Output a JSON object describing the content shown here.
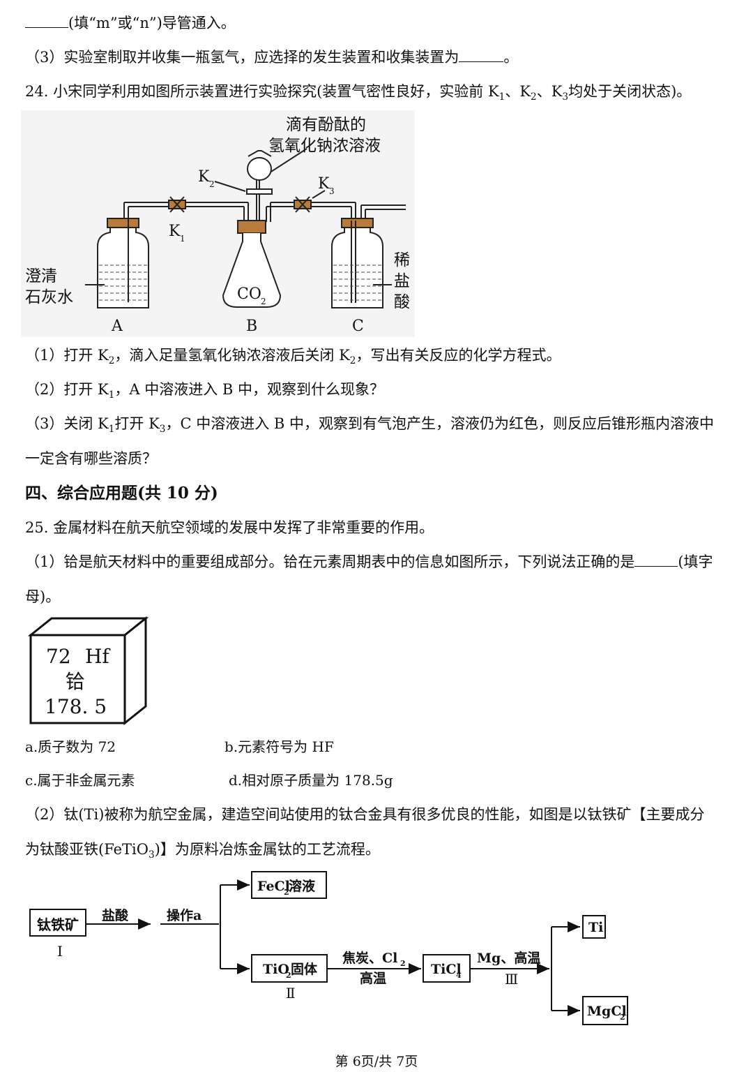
{
  "lines": {
    "l1_text": "(填“m”或“n”)导管通入。",
    "l2_text": "（3）实验室制取并收集一瓶氢气，应选择的发生装置和收集装置为",
    "l2_end": "。",
    "q24_text": "24. 小宋同学利用如图所示装置进行实验探究(装置气密性良好，实验前 K",
    "q24_s1": "1",
    "q24_mid1": "、K",
    "q24_s2": "2",
    "q24_mid2": "、K",
    "q24_s3": "3",
    "q24_end": "均处于关闭状态)。",
    "q24_1a": "（1）打开 K",
    "q24_1s": "2",
    "q24_1b": "，滴入足量氢氧化钠浓溶液后关闭 K",
    "q24_1s2": "2",
    "q24_1c": "，写出有关反应的化学方程式。",
    "q24_2a": "（2）打开 K",
    "q24_2s": "1",
    "q24_2b": "，A 中溶液进入 B 中，观察到什么现象？",
    "q24_3a": "（3）关闭 K",
    "q24_3s": "1",
    "q24_3b": "打开 K",
    "q24_3s2": "3",
    "q24_3c": "，C 中溶液进入 B 中，观察到有气泡产生，溶液仍为红色，则反应后锥形瓶内溶液中",
    "q24_3d": "一定含有哪些溶质？",
    "sec4": "四、综合应用题(共 10 分)",
    "q25": "25. 金属材料在航天航空领域的发展中发挥了非常重要的作用。",
    "q25_1a": "（1）铪是航天材料中的重要组成部分。铪在元素周期表中的信息如图所示，下列说法正确的是",
    "q25_1b": "(填字",
    "q25_1c": "母)。",
    "q25_2a": "（2）钛(Ti)被称为航空金属，建造空间站使用的钛合金具有很多优良的性能，如图是以钛铁矿【主要成分",
    "q25_2b": "为钛酸亚铁(FeTiO",
    "q25_2s": "3",
    "q25_2c": ")】为原料冶炼金属钛的工艺流程。"
  },
  "options": {
    "a": "a.质子数为 72",
    "b": "b.元素符号为 HF",
    "c": "c.属于非金属元素",
    "d": "d.相对原子质量为 178.5g"
  },
  "apparatus": {
    "top_label_1": "滴有酚酞的",
    "top_label_2": "氢氧化钠浓溶液",
    "k1": "K",
    "k1_sub": "1",
    "k2": "K",
    "k2_sub": "2",
    "k3": "K",
    "k3_sub": "3",
    "left_label_1": "澄清",
    "left_label_2": "石灰水",
    "right_label_1": "稀",
    "right_label_2": "盐",
    "right_label_3": "酸",
    "co2": "CO",
    "co2_sub": "2",
    "label_a": "A",
    "label_b": "B",
    "label_c": "C"
  },
  "element": {
    "number": "72",
    "symbol": "Hf",
    "name": "铪",
    "mass": "178. 5"
  },
  "flow": {
    "ore": "钛铁矿",
    "ore_num": "I",
    "acid": "盐酸",
    "op": "操作a",
    "fecl2": "FeCl",
    "fecl2_sub": "2",
    "fecl2_tail": "溶液",
    "tio2": "TiO",
    "tio2_sub": "2",
    "tio2_tail": "固体",
    "tio2_num": "Ⅱ",
    "reagent1": "焦炭、Cl",
    "reagent1_sub": "2",
    "cond1": "高温",
    "ticl4": "TiCl",
    "ticl4_sub": "4",
    "reagent2": "Mg、高温",
    "step3": "Ⅲ",
    "ti": "Ti",
    "mgcl2": "MgCl",
    "mgcl2_sub": "2"
  },
  "footer": "第 6页/共 7页"
}
